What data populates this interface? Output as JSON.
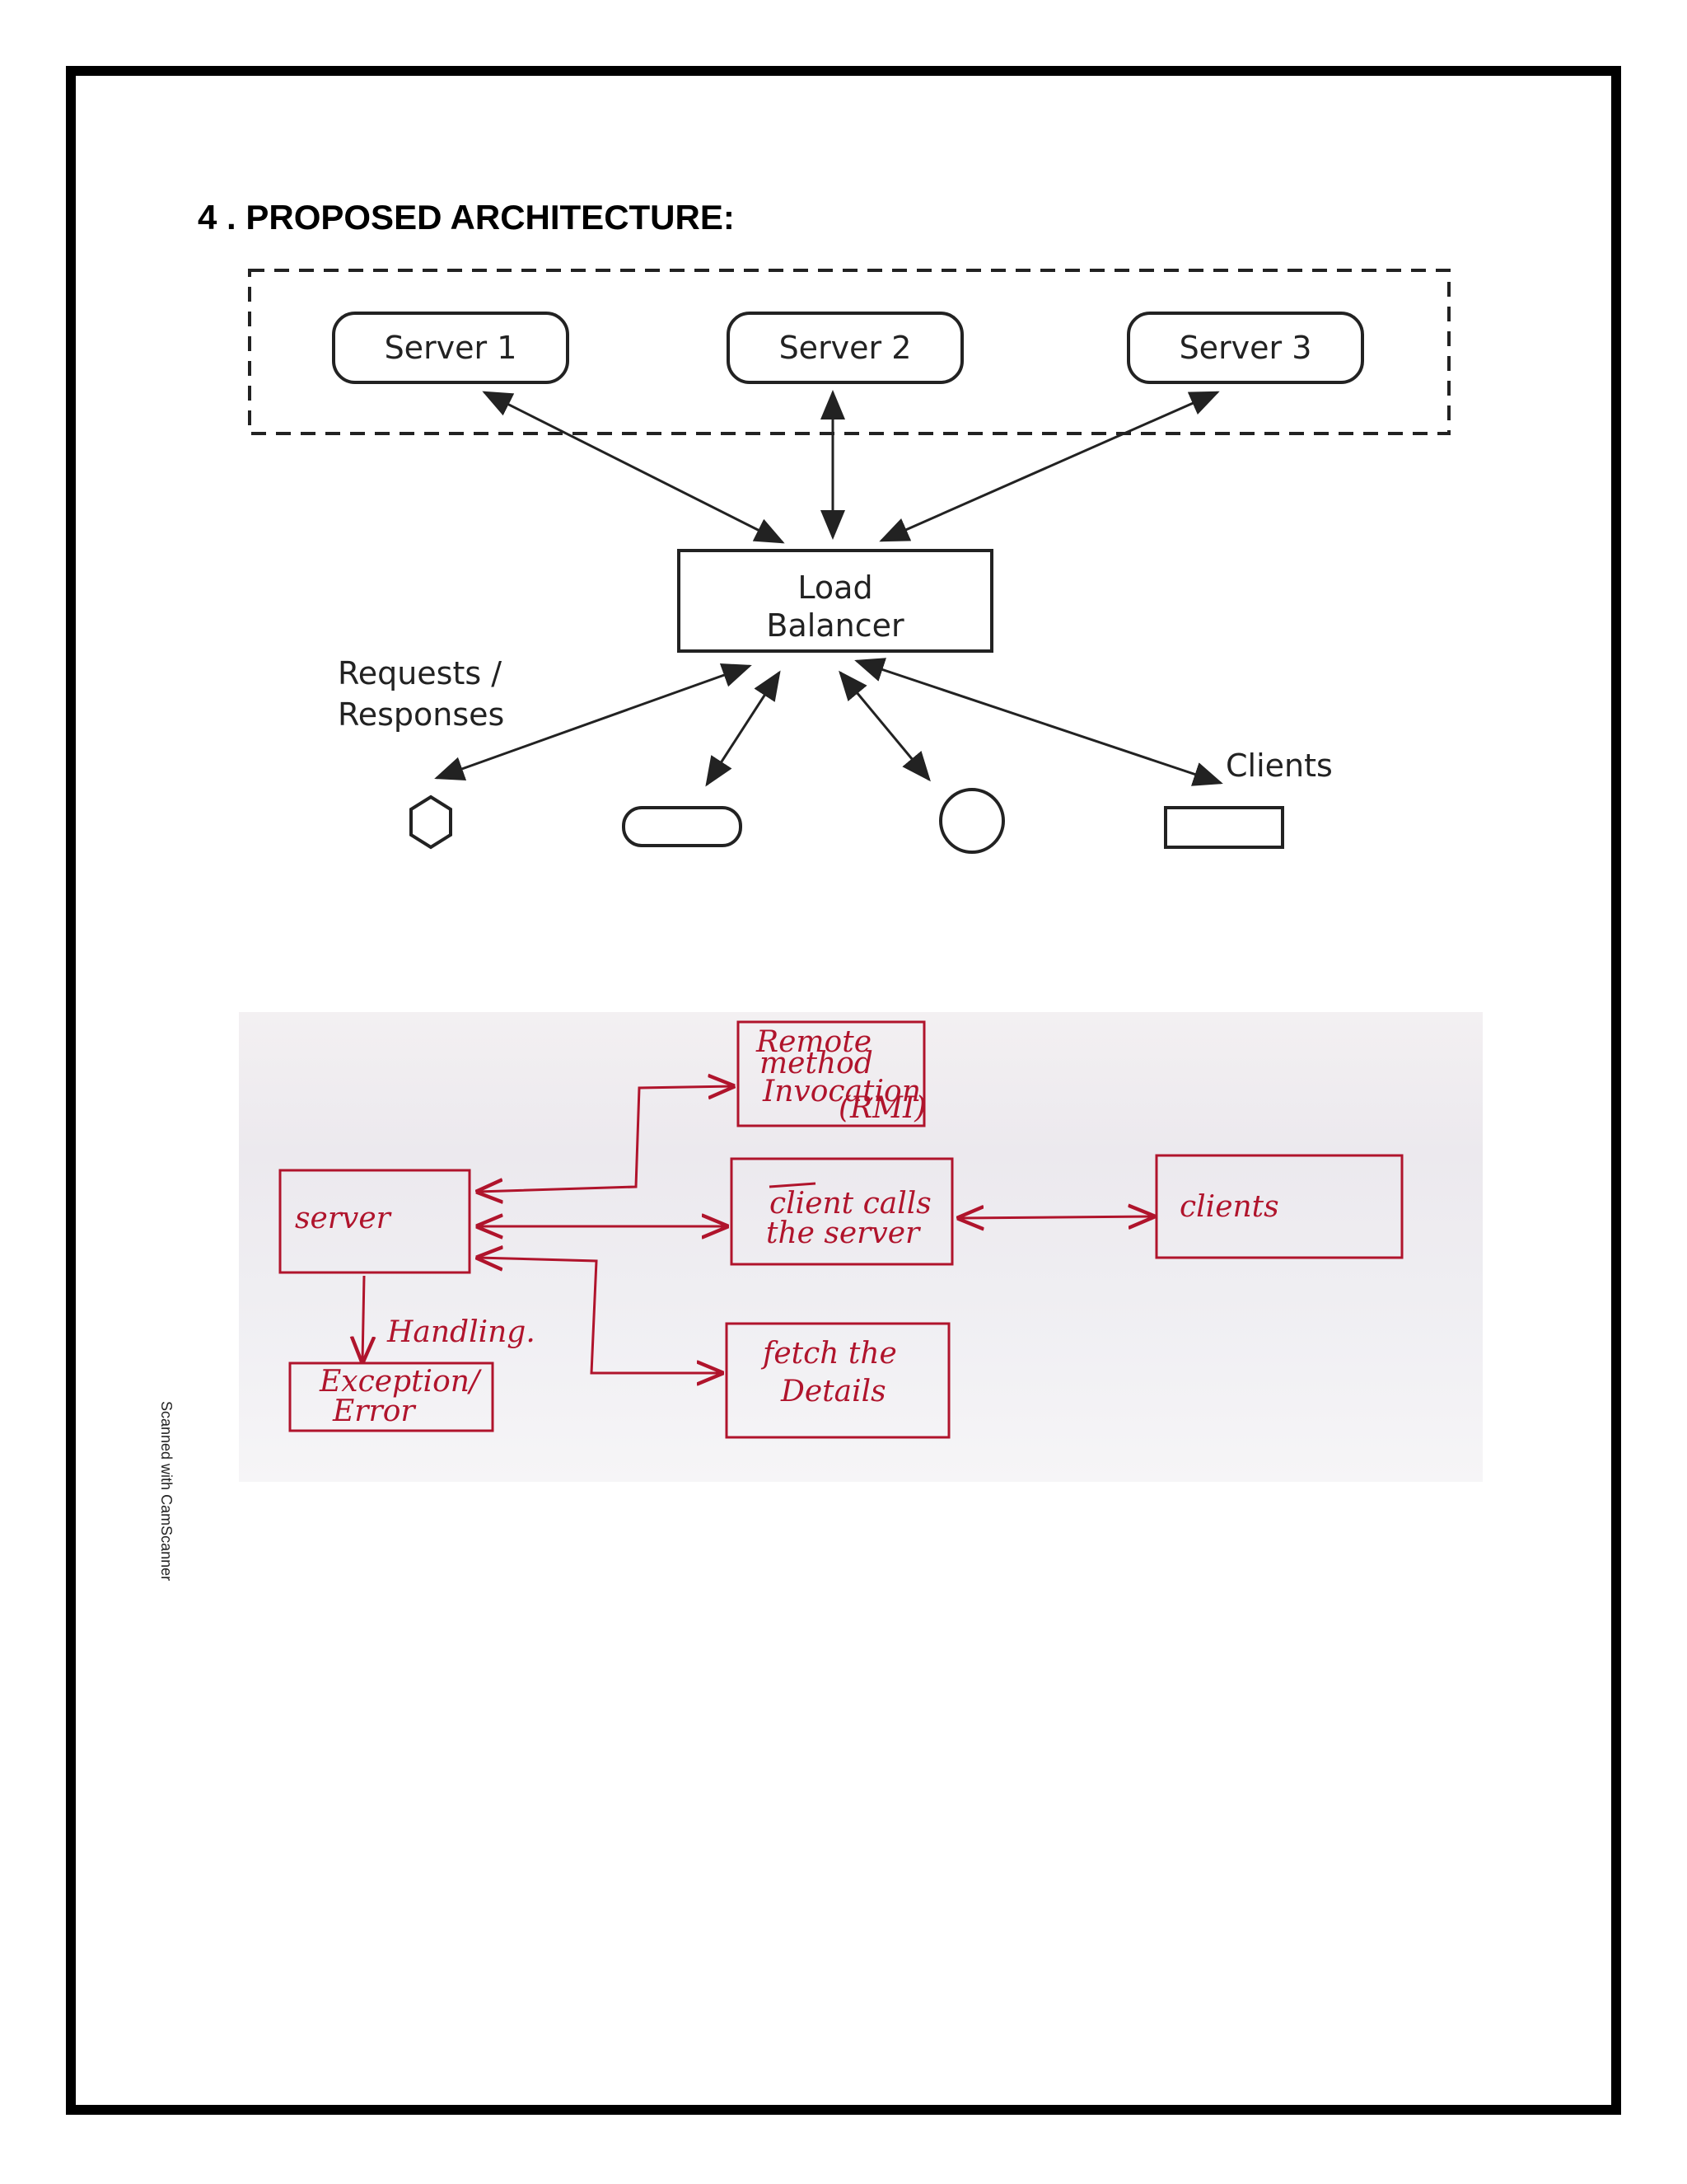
{
  "heading": "4 . PROPOSED ARCHITECTURE:",
  "diagram1": {
    "servers": [
      "Server 1",
      "Server 2",
      "Server 3"
    ],
    "load_balancer": [
      "Load",
      "Balancer"
    ],
    "requests_label": [
      "Requests /",
      "Responses"
    ],
    "clients_label": "Clients",
    "client_shapes": [
      "hexagon-icon",
      "rounded-rect-icon",
      "circle-icon",
      "rectangle-icon"
    ]
  },
  "diagram2": {
    "rmi_box": [
      "Remote",
      "method",
      "Invocation",
      "(RMI)"
    ],
    "server_box": "server",
    "client_calls_box": [
      "client calls",
      "the server"
    ],
    "clients_box": "clients",
    "handling_label": "Handling.",
    "exception_box": [
      "Exception/",
      "Error"
    ],
    "fetch_box": [
      "fetch the",
      "Details"
    ],
    "ink_color": "#b0142c"
  },
  "watermark": "Scanned with CamScanner"
}
